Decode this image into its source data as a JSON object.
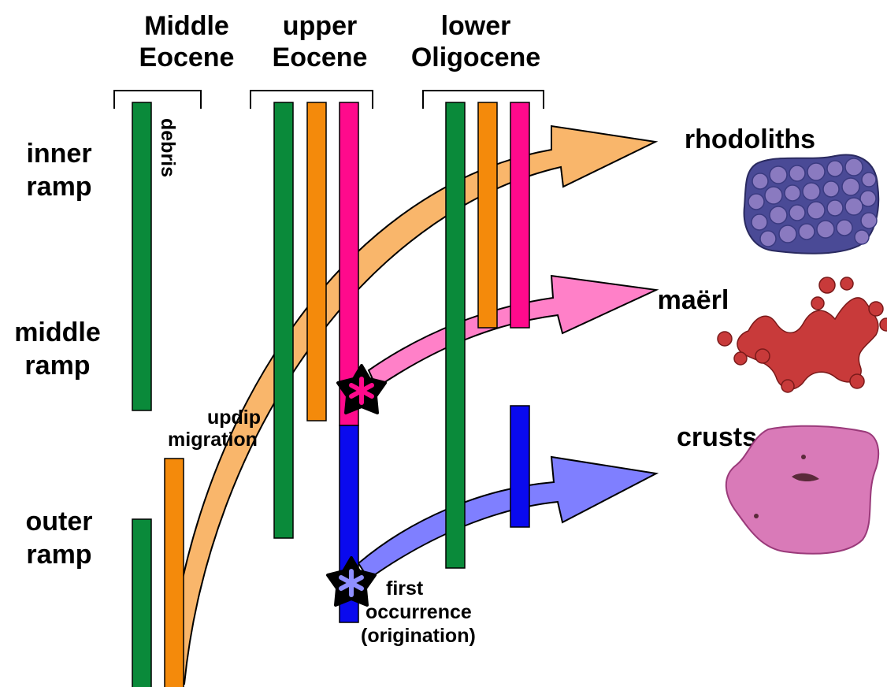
{
  "epochs": [
    {
      "line1": "Middle",
      "line2": "Eocene"
    },
    {
      "line1": "upper",
      "line2": "Eocene"
    },
    {
      "line1": "lower",
      "line2": "Oligocene"
    }
  ],
  "ramps": [
    {
      "line1": "inner",
      "line2": "ramp"
    },
    {
      "line1": "middle",
      "line2": "ramp"
    },
    {
      "line1": "outer",
      "line2": "ramp"
    }
  ],
  "morphotypes": [
    {
      "label": "rhodoliths",
      "color": "#f9b66b"
    },
    {
      "label": "maërl",
      "color": "#ff80c8"
    },
    {
      "label": "crusts",
      "color": "#7f7fff"
    }
  ],
  "annotations": {
    "debris": "debris",
    "updip_line1": "updip",
    "updip_line2": "migration",
    "first_line1": "first",
    "first_line2": "occurrence",
    "first_line3": "(origination)"
  },
  "colors": {
    "green": "#0a8a3a",
    "orange": "#f48a0b",
    "magenta": "#ff0a8c",
    "blue": "#0a0aee"
  }
}
